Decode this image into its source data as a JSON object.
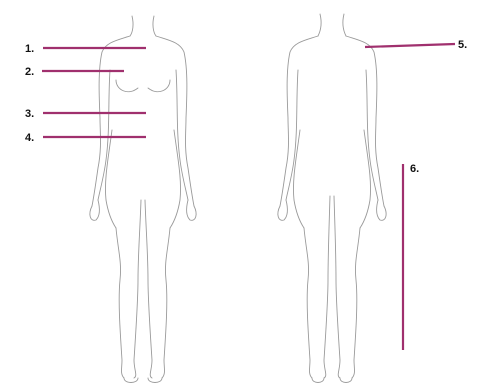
{
  "colors": {
    "marker_line": "#a0306e",
    "outline": "#9a9a9a",
    "label_text": "#111111",
    "background": "#ffffff"
  },
  "figures": [
    {
      "view": "front"
    },
    {
      "view": "back"
    }
  ],
  "markers": [
    {
      "label": "1."
    },
    {
      "label": "2."
    },
    {
      "label": "3."
    },
    {
      "label": "4."
    },
    {
      "label": "5."
    },
    {
      "label": "6."
    }
  ]
}
